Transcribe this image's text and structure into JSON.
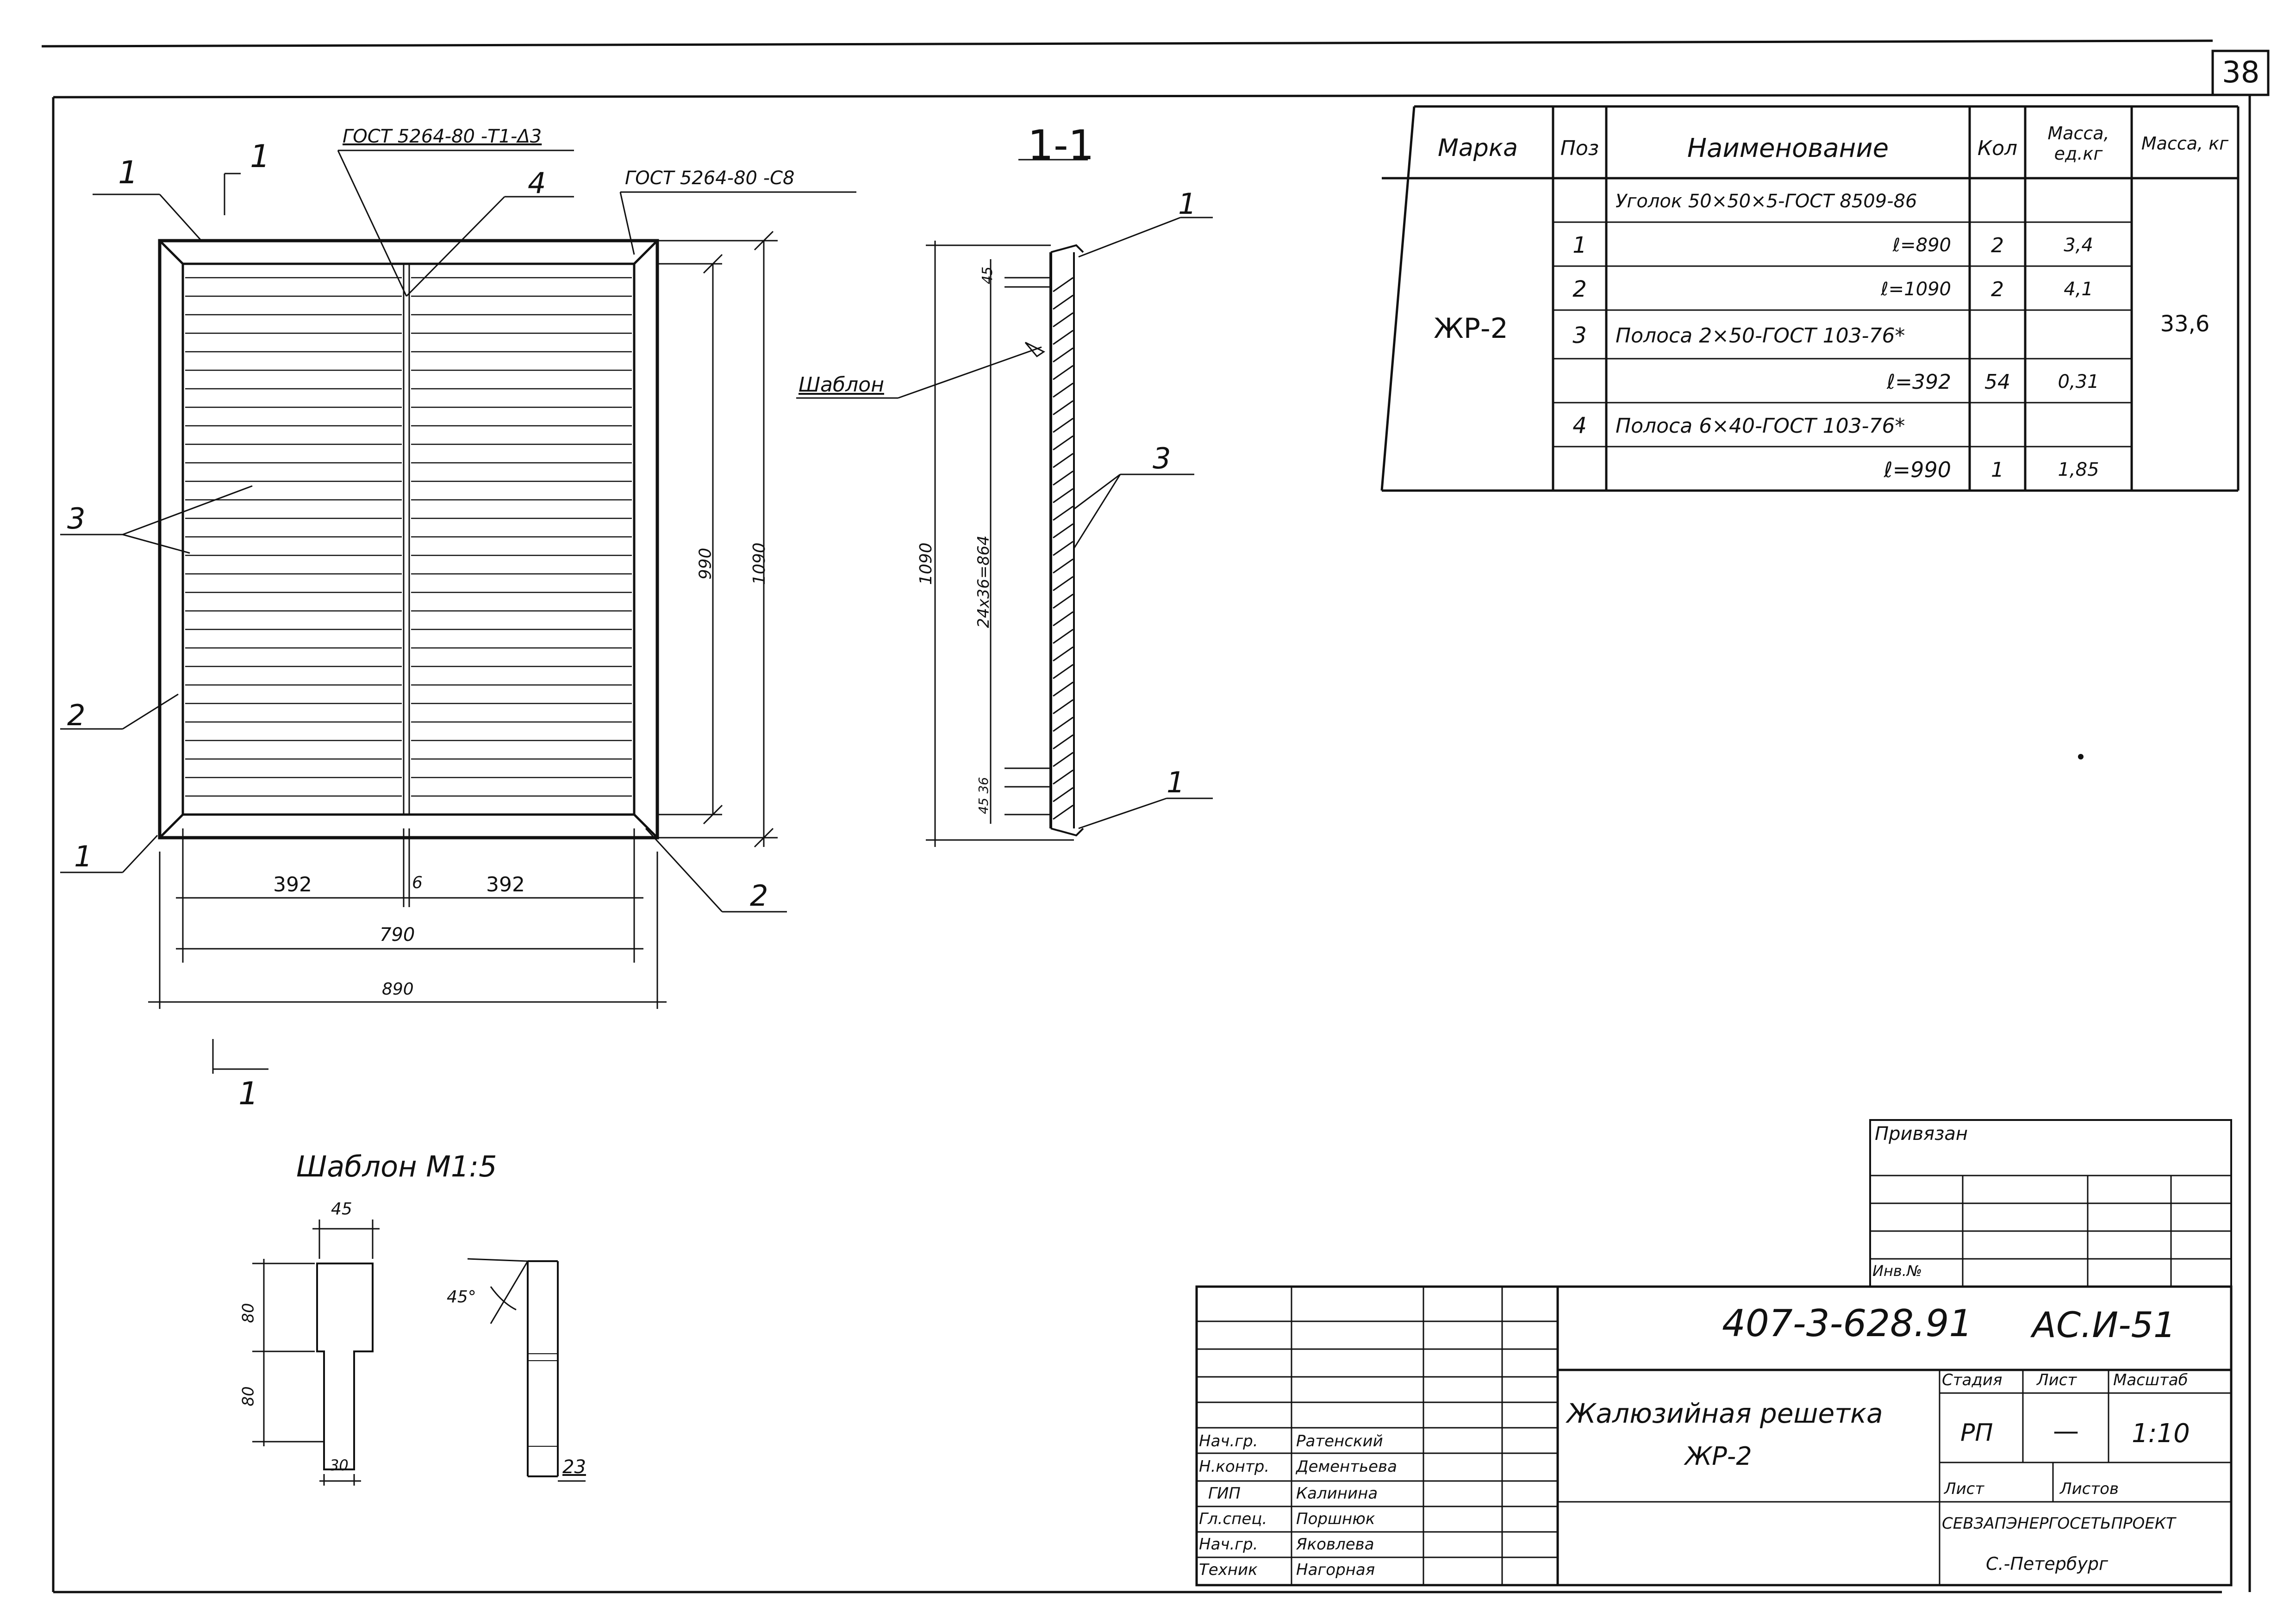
{
  "sheet_number": "38",
  "plan": {
    "callouts": {
      "pos1_top": "1",
      "section_mark_top": "1",
      "weld1": "ГОСТ 5264-80 -Т1-Δ3",
      "weld2": "ГОСТ 5264-80 -С8",
      "pos4": "4",
      "pos3": "3",
      "pos2_left": "2",
      "pos1_bottom": "1",
      "pos2_bottom": "2",
      "section_mark_bottom": "1"
    },
    "dims": {
      "inner_height": "990",
      "outer_height": "1090",
      "left_width": "392",
      "gap": "6",
      "right_width": "392",
      "inner_width": "790",
      "outer_width": "890"
    }
  },
  "section": {
    "title": "1-1",
    "pos1_top": "1",
    "template_label": "Шаблон",
    "pos3": "3",
    "pos1_bottom": "1",
    "dim_top": "45",
    "dim_height": "1090",
    "dim_slats": "24х36=864",
    "dim_bottom": "45 36"
  },
  "template": {
    "title": "Шаблон М1:5",
    "dim_width": "45",
    "dim_h1": "80",
    "dim_h2": "80",
    "dim_bottom": "30",
    "angle": "45°",
    "dim_right": "23"
  },
  "spec_table": {
    "headers": [
      "Марка",
      "Поз",
      "Наименование",
      "Кол",
      "Масса, ед.кг",
      "Масса, кг"
    ],
    "mark": "ЖР-2",
    "total_mass": "33,6",
    "rows": [
      {
        "pos": "",
        "name": "Уголок 50×50×5-ГОСТ 8509-86",
        "qty": "",
        "mass": ""
      },
      {
        "pos": "1",
        "name": "ℓ=890",
        "qty": "2",
        "mass": "3,4"
      },
      {
        "pos": "2",
        "name": "ℓ=1090",
        "qty": "2",
        "mass": "4,1"
      },
      {
        "pos": "3",
        "name": "Полоса 2×50-ГОСТ 103-76*",
        "qty": "",
        "mass": ""
      },
      {
        "pos": "",
        "name": "ℓ=392",
        "qty": "54",
        "mass": "0,31"
      },
      {
        "pos": "4",
        "name": "Полоса 6×40-ГОСТ 103-76*",
        "qty": "",
        "mass": ""
      },
      {
        "pos": "",
        "name": "ℓ=990",
        "qty": "1",
        "mass": "1,85"
      }
    ]
  },
  "title_block": {
    "privyazan": "Привязан",
    "inv_label": "Инв.№",
    "doc_code": "407-3-628.91",
    "sheet_code": "АС.И-51",
    "stage_header": "Стадия",
    "sheet_header": "Лист",
    "scale_header": "Масштаб",
    "stage": "РП",
    "sheet": "—",
    "scale": "1:10",
    "title_line1": "Жалюзийная решетка",
    "title_line2": "ЖР-2",
    "list_label": "Лист",
    "lists_label": "Листов",
    "org": "СЕВЗАПЭНЕРГОСЕТЬПРОЕКТ",
    "city": "С.-Петербург",
    "signatures": [
      {
        "role": "Нач.гр.",
        "name": "Ратенский"
      },
      {
        "role": "Н.контр.",
        "name": "Дементьева"
      },
      {
        "role": "ГИП",
        "name": "Калинина"
      },
      {
        "role": "Гл.спец.",
        "name": "Поршнюк"
      },
      {
        "role": "Нач.гр.",
        "name": "Яковлева"
      },
      {
        "role": "Техник",
        "name": "Нагорная"
      }
    ]
  }
}
